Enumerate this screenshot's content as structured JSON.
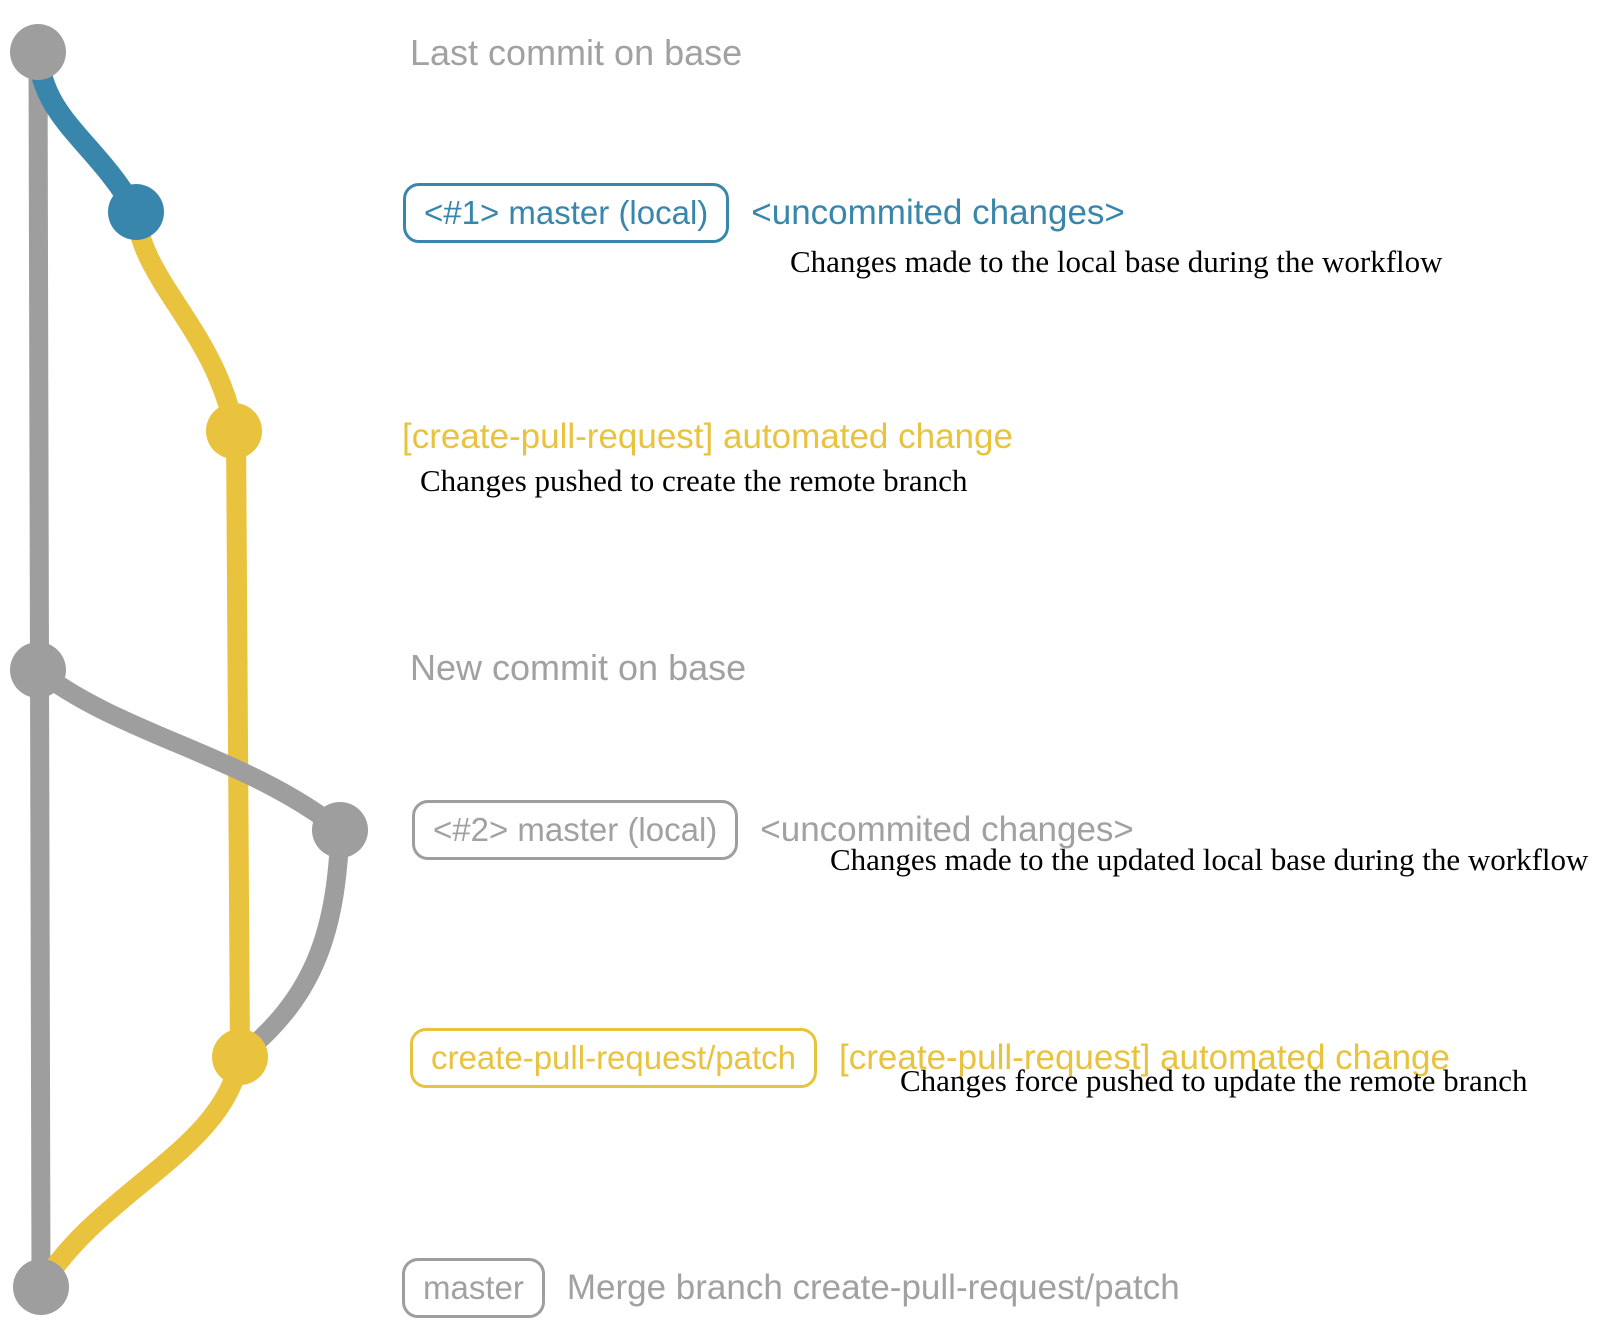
{
  "colors": {
    "gray": "#9e9e9e",
    "grayText": "#a1a1a1",
    "blue": "#3886ac",
    "yellow": "#e9c23e",
    "ink": "#000000",
    "bg": "#ffffff"
  },
  "rows": {
    "last_commit": {
      "label": "Last commit on base"
    },
    "commit1": {
      "badge": "<#1> master (local)",
      "title": "<uncommited changes>",
      "subtitle": "Changes made to the local base during the workflow"
    },
    "push1": {
      "title": "[create-pull-request] automated change",
      "subtitle": "Changes pushed to create the remote branch"
    },
    "new_commit": {
      "label": "New commit on base"
    },
    "commit2": {
      "badge": "<#2> master (local)",
      "title": "<uncommited changes>",
      "subtitle": "Changes made to the updated local base during the workflow"
    },
    "push2": {
      "badge": "create-pull-request/patch",
      "title": "[create-pull-request] automated change",
      "subtitle": "Changes force pushed to update the remote branch"
    },
    "merge": {
      "badge": "master",
      "title": "Merge branch create-pull-request/patch"
    }
  }
}
